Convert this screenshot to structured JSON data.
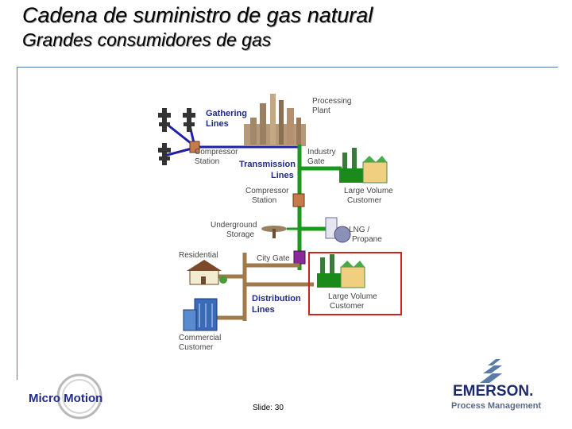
{
  "header": {
    "title": "Cadena de suministro de gas natural",
    "subtitle": "Grandes consumidores de gas"
  },
  "diagram": {
    "labels": {
      "processing_plant": [
        "Processing",
        "Plant"
      ],
      "gathering_lines": [
        "Gathering",
        "Lines"
      ],
      "compressor_station_1": [
        "Compressor",
        "Station"
      ],
      "transmission_lines": [
        "Transmission",
        "Lines"
      ],
      "industry_gate": [
        "Industry",
        "Gate"
      ],
      "large_volume_customer_1": [
        "Large Volume",
        "Customer"
      ],
      "compressor_station_2": [
        "Compressor",
        "Station"
      ],
      "underground_storage": [
        "Underground",
        "Storage"
      ],
      "lng_propane": [
        "LNG /",
        "Propane"
      ],
      "residential": [
        "Residential"
      ],
      "city_gate": [
        "City Gate"
      ],
      "distribution_lines": [
        "Distribution",
        "Lines"
      ],
      "large_volume_customer_2": [
        "Large Volume",
        "Customer"
      ],
      "commercial_customer": [
        "Commercial",
        "Customer"
      ]
    },
    "colors": {
      "gathering": "#1f1fa8",
      "transmission": "#1a9a1a",
      "distribution": "#a07a48",
      "highlight": "#d02020",
      "label_blue": "#1f2a8a",
      "label_gray": "#444444"
    }
  },
  "footer": {
    "slide": "Slide: 30",
    "logo_left": "Micro Motion",
    "logo_right_name": "EMERSON.",
    "logo_right_sub": "Process Management"
  }
}
